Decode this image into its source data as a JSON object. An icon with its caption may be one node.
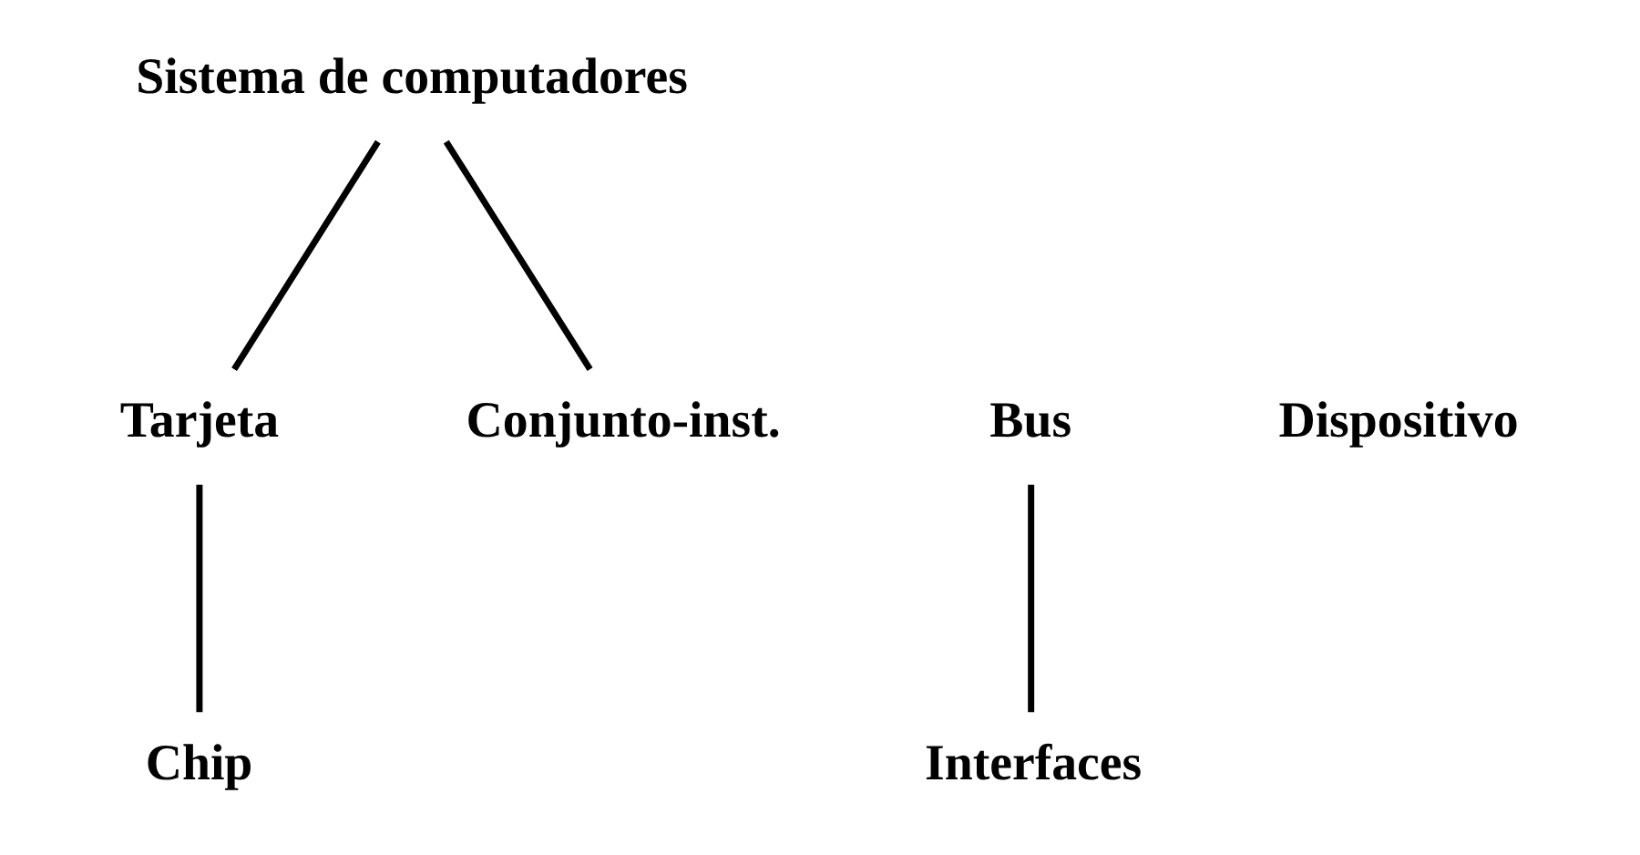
{
  "diagram": {
    "nodes": [
      {
        "text": [
          "Sistema de computadores"
        ]
      },
      {
        "text": [
          "Tarjeta"
        ]
      },
      {
        "text": [
          "Bus"
        ]
      },
      {
        "text": [
          "Dispositivo"
        ]
      },
      {
        "text": [
          "Conjunto-inst."
        ]
      },
      {
        "text": [
          "Chip"
        ]
      },
      {
        "text": [
          "Interfaces"
        ]
      }
    ],
    "edges": [
      {
        "from": 0,
        "to": 1,
        "arrow": "none"
      },
      {
        "from": 0,
        "to": 4,
        "arrow": "none"
      },
      {
        "from": 1,
        "to": 5,
        "arrow": "none"
      },
      {
        "from": 2,
        "to": 6,
        "arrow": "none"
      }
    ]
  }
}
